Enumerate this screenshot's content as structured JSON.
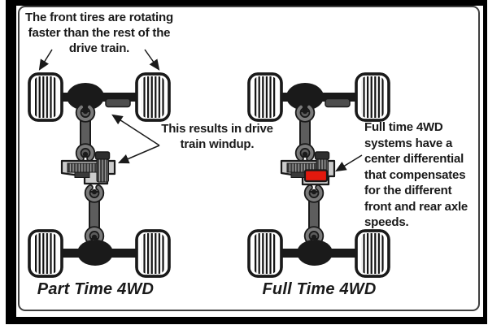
{
  "title": "Part Time vs Full Time 4WD drive train diagram",
  "annotations": {
    "front_note": {
      "lines": [
        "The front tires are rotating",
        "faster than the rest of the",
        "drive train."
      ]
    },
    "windup_note": {
      "lines": [
        "This results in drive",
        "train windup."
      ]
    },
    "fulltime_note": {
      "lines": [
        "Full time 4WD",
        "systems have a",
        "center differential",
        "that compensates",
        "for the different",
        "front and rear axle",
        "speeds."
      ]
    }
  },
  "diagrams": [
    {
      "id": "part-time",
      "label": "Part Time 4WD",
      "variant": "part_time",
      "has_center_differential": false
    },
    {
      "id": "full-time",
      "label": "Full Time 4WD",
      "variant": "full_time",
      "has_center_differential": true
    }
  ],
  "colors": {
    "background": "#ffffff",
    "frame": "#000000",
    "panel_border": "#3f3f3f",
    "ink": "#1a1a1a",
    "case_fill": "#cbcbcb",
    "shaft_fill": "#5d5d5d",
    "joint_fill": "#7a7a7a",
    "gear_dark": "#3a3a3a",
    "gear_light": "#a8a8a8",
    "diff_red": "#e2190e"
  }
}
